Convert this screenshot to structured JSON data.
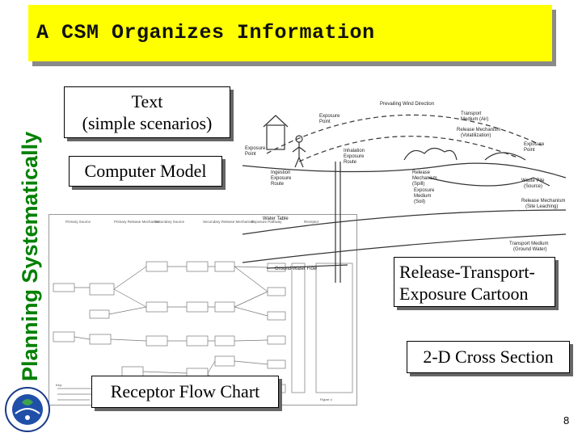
{
  "slide": {
    "title": "A CSM Organizes Information",
    "side_label": "Planning Systematically",
    "page_number": "8"
  },
  "callouts": {
    "text": "Text\n(simple scenarios)",
    "computer_model": "Computer Model",
    "release_transport": "Release-Transport-\nExposure Cartoon",
    "cross_section": "2-D Cross Section",
    "receptor_flow": "Receptor Flow Chart"
  },
  "cartoon_labels": {
    "prevailing_wind": "Prevailing Wind Direction",
    "transport_air": "Transport\nMedium (Air)",
    "release_volatilization": "Release Mechanism\n(Volatilization)",
    "exposure_point_top": "Exposure\nPoint",
    "exposure_point_left": "Exposure\nPoint",
    "exposure_point_right": "Exposure\nPoint",
    "inhalation_route": "Inhalation\nExposure\nRoute",
    "ingestion_route": "Ingestion\nExposure\nRoute",
    "release_spill": "Release\nMechanism\n(Spill)",
    "exposure_medium_soil": "Exposure\nMedium\n(Soil)",
    "waste_pile": "Waste Pile\n(Source)",
    "release_leaching": "Release Mechanism\n(Site Leaching)",
    "water_table": "Water Table",
    "groundwater_flow": "Ground-Water Flow",
    "transport_groundwater": "Transport Medium\n(Ground Water)"
  },
  "flow_chart": {
    "headers": [
      "Primary Source",
      "Primary Release Mechanism",
      "Secondary Source",
      "Secondary Release Mechanism",
      "Exposure Pathway",
      "Receptor"
    ],
    "footer_left": "Key:",
    "footer_right": "Figure 4"
  },
  "colors": {
    "title_bg": "#ffff00",
    "title_shadow": "#8a8a8a",
    "side_label": "#008000"
  },
  "icons": {
    "logo": "epa-seal-icon"
  }
}
